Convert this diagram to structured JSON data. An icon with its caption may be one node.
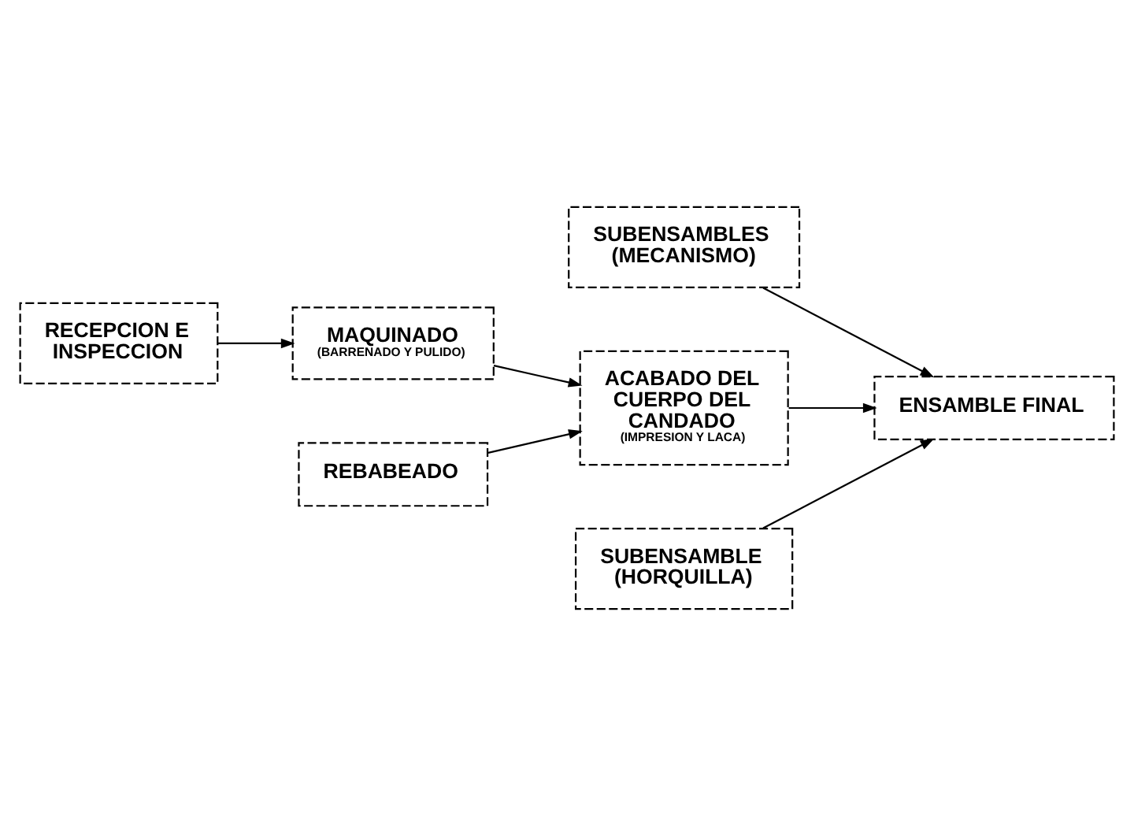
{
  "diagram": {
    "nodes": [
      {
        "text": [
          "SUBENSAMBLES (MECANISMO)"
        ]
      },
      {
        "text": [
          "RECEPCION E INSPECCION"
        ]
      },
      {
        "text": [
          "MAQUINADO",
          "(BARRENADO Y PULIDO)"
        ]
      },
      {
        "text": [
          "ACABADO DEL CUERPO DEL CANDADO",
          "(IMPRESION Y LACA)"
        ]
      },
      {
        "text": [
          "ENSAMBLE FINAL"
        ]
      },
      {
        "text": [
          "REBABEADO"
        ]
      },
      {
        "text": [
          "SUBENSAMBLE (HORQUILLA)"
        ]
      }
    ],
    "edges": [
      {
        "from": 1,
        "to": 2,
        "arrow": "to"
      },
      {
        "from": 2,
        "to": 3,
        "arrow": "to"
      },
      {
        "from": 5,
        "to": 3,
        "arrow": "to"
      },
      {
        "from": 3,
        "to": 4,
        "arrow": "to"
      },
      {
        "from": 0,
        "to": 4,
        "arrow": "to"
      },
      {
        "from": 6,
        "to": 4,
        "arrow": "to"
      }
    ]
  }
}
